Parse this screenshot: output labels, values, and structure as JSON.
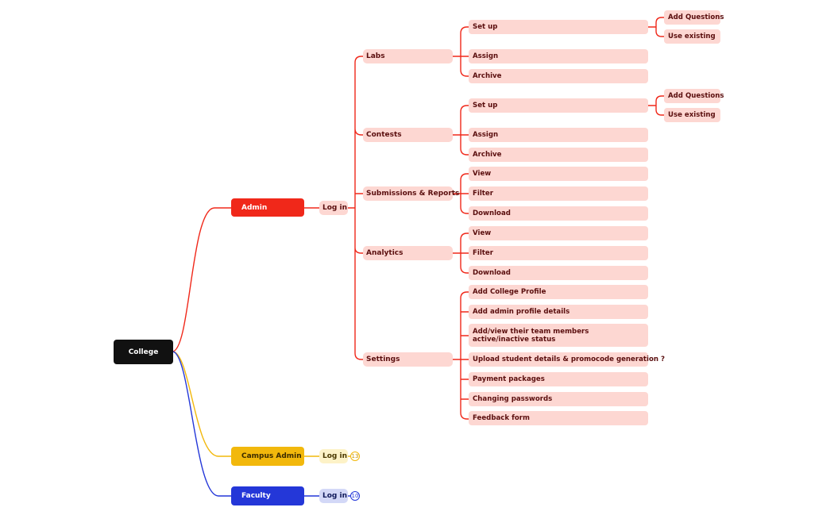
{
  "colors": {
    "root": "#111111",
    "admin": "#f0281a",
    "campus_admin": "#f2b80c",
    "faculty": "#2437d8",
    "light_red": "#fdd7d2",
    "light_yellow": "#fdf2c7",
    "light_blue": "#d3d8f7",
    "dark_text": "#5a0e0e"
  },
  "root": {
    "label": "College"
  },
  "admin": {
    "label": "Admin",
    "login": "Log in",
    "labs": {
      "label": "Labs",
      "setup": "Set up",
      "add_questions": "Add Questions",
      "use_existing": "Use existing",
      "assign": "Assign",
      "archive": "Archive"
    },
    "contests": {
      "label": "Contests",
      "setup": "Set up",
      "add_questions": "Add Questions",
      "use_existing": "Use existing",
      "assign": "Assign",
      "archive": "Archive"
    },
    "submissions": {
      "label": "Submissions & Reports",
      "view": "View",
      "filter": "Filter",
      "download": "Download"
    },
    "analytics": {
      "label": "Analytics",
      "view": "View",
      "filter": "Filter",
      "download": "Download"
    },
    "settings": {
      "label": "Settings",
      "items": [
        "Add College Profile",
        "Add admin profile details",
        "Add/view their team members active/inactive status",
        "Upload student details & promocode generation ?",
        "Payment packages",
        "Changing passwords",
        "Feedback form"
      ]
    }
  },
  "campus_admin": {
    "label": "Campus Admin",
    "login": "Log in",
    "collapsed_count": "13"
  },
  "faculty": {
    "label": "Faculty",
    "login": "Log in",
    "collapsed_count": "10"
  }
}
